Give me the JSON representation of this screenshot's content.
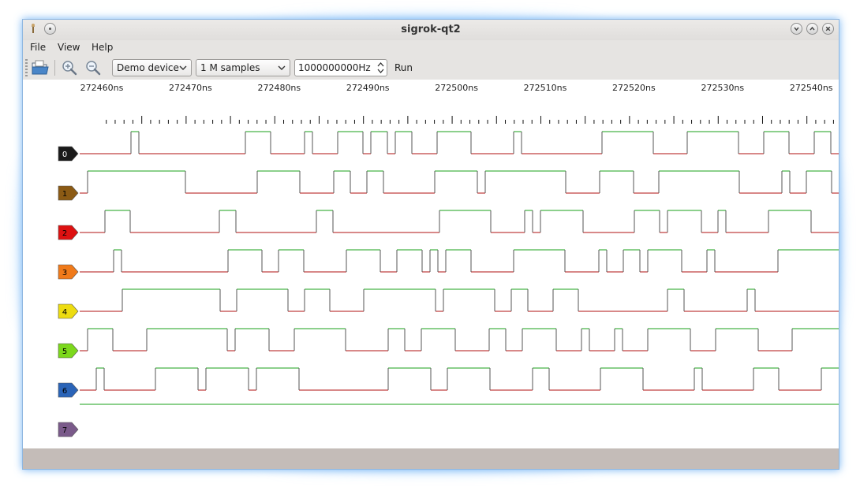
{
  "window": {
    "title": "sigrok-qt2"
  },
  "menu": {
    "file": "File",
    "view": "View",
    "help": "Help"
  },
  "toolbar": {
    "device": "Demo device",
    "samples": "1 M samples",
    "samplerate": "1000000000Hz",
    "run": "Run"
  },
  "ruler": {
    "labels": [
      "272460ns",
      "272470ns",
      "272480ns",
      "272490ns",
      "272500ns",
      "272510ns",
      "272520ns",
      "272530ns",
      "272540ns"
    ]
  },
  "channels": [
    {
      "label": "0",
      "color": "#1a1a1a",
      "text_color": "#ffffff"
    },
    {
      "label": "1",
      "color": "#8b5a14",
      "text_color": "#000000"
    },
    {
      "label": "2",
      "color": "#dd1111",
      "text_color": "#000000"
    },
    {
      "label": "3",
      "color": "#f07a1a",
      "text_color": "#000000"
    },
    {
      "label": "4",
      "color": "#eddc10",
      "text_color": "#000000"
    },
    {
      "label": "5",
      "color": "#7cd81c",
      "text_color": "#000000"
    },
    {
      "label": "6",
      "color": "#2a64b8",
      "text_color": "#000000"
    },
    {
      "label": "7",
      "color": "#7a5a8a",
      "text_color": "#000000"
    }
  ],
  "colors": {
    "signal_high": "#1aa01a",
    "signal_low": "#b01010"
  },
  "icons": {
    "app": "app-icon",
    "sticky": "sticky-icon",
    "minimize": "minimize-icon",
    "maximize": "maximize-icon",
    "close": "close-icon",
    "open": "open-file-icon",
    "zoom_in": "zoom-in-icon",
    "zoom_out": "zoom-out-icon"
  }
}
